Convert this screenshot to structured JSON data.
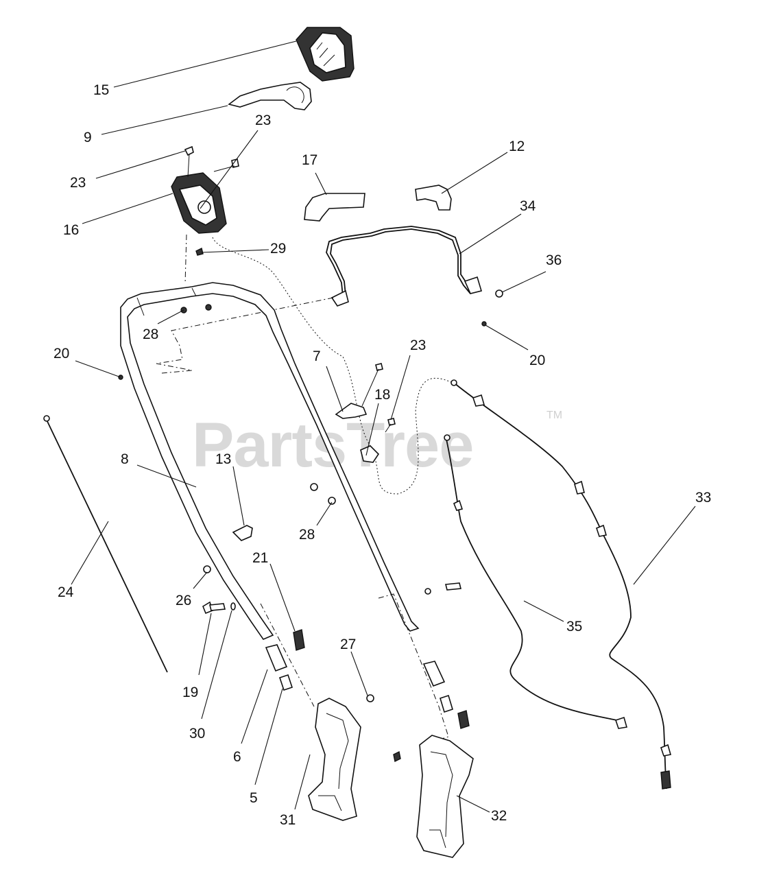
{
  "watermark": {
    "text": "PartsTree",
    "trademark": "TM"
  },
  "callouts": {
    "c15": "15",
    "c9": "9",
    "c23a": "23",
    "c23b": "23",
    "c16": "16",
    "c29": "29",
    "c17": "17",
    "c12": "12",
    "c34": "34",
    "c36": "36",
    "c28a": "28",
    "c20a": "20",
    "c20b": "20",
    "c7": "7",
    "c23c": "23",
    "c18": "18",
    "c8": "8",
    "c13": "13",
    "c28b": "28",
    "c21": "21",
    "c33": "33",
    "c24": "24",
    "c26": "26",
    "c19": "19",
    "c30": "30",
    "c27": "27",
    "c6": "6",
    "c5": "5",
    "c35": "35",
    "c31": "31",
    "c32": "32"
  }
}
